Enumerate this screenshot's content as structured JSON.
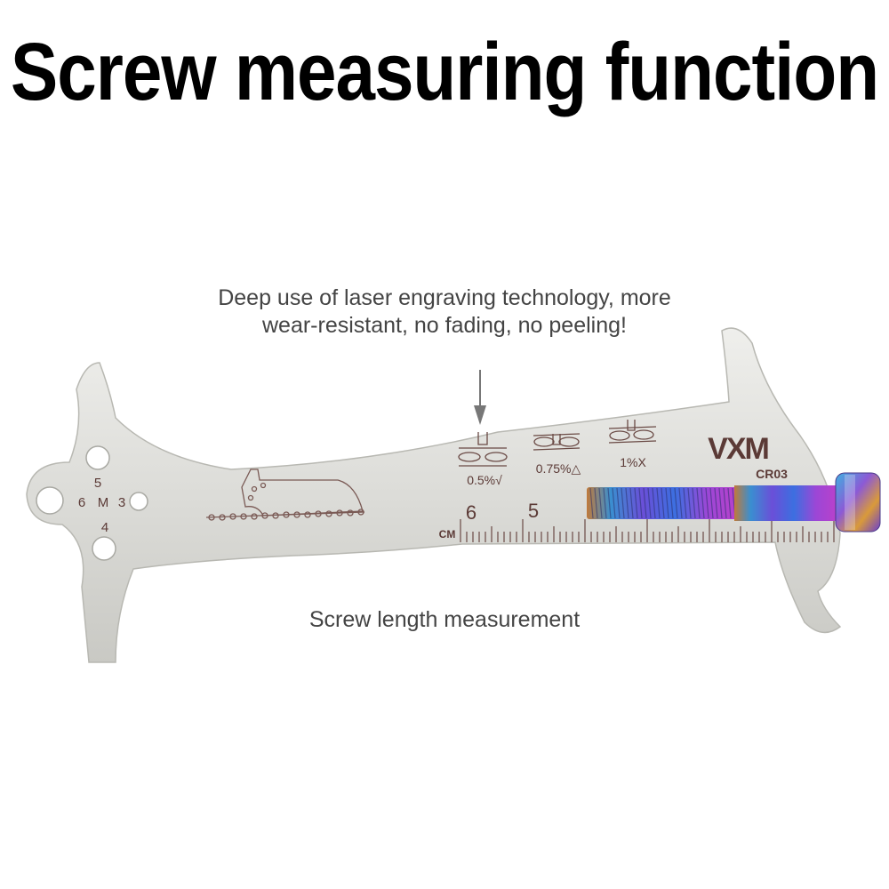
{
  "title": "Screw measuring function",
  "callout_top": {
    "line1": "Deep use of laser engraving technology, more",
    "line2": "wear-resistant, no fading, no peeling!"
  },
  "callout_bottom": "Screw length measurement",
  "tool": {
    "brand": "VXM",
    "model": "CR03",
    "hole_labels": {
      "top": "5",
      "left": "6",
      "center": "M",
      "right": "3",
      "bottom": "4"
    },
    "wear_marks": [
      "0.5%√",
      "0.75%△",
      "1%X"
    ],
    "ruler": {
      "unit": "CM",
      "major_labels": [
        "6",
        "5"
      ]
    }
  },
  "colors": {
    "tool_body": "#dcdcd8",
    "engraving": "#5b3a36",
    "arrow": "#777777"
  },
  "icons": [
    "down-arrow-icon",
    "chain-checker-icon",
    "wear-gauge-icon"
  ]
}
